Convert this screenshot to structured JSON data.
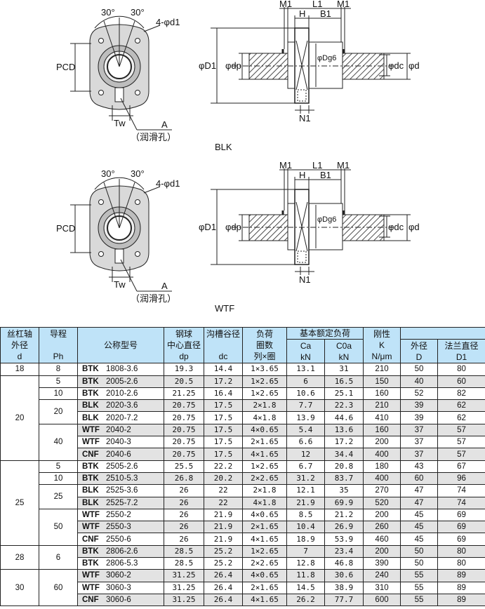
{
  "drawings": {
    "blk": {
      "title": "BLK",
      "angle_left": "30°",
      "angle_right": "30°",
      "holes": "4-φd1",
      "pcd": "PCD",
      "tw": "Tw",
      "a": "A",
      "lube_hole": "（润滑孔）",
      "m1_left": "M1",
      "l1": "L1",
      "m1_right": "M1",
      "h": "H",
      "b1": "B1",
      "d1": "φD1",
      "dp": "φdp",
      "dg6": "φDg6",
      "dc": "φdc",
      "d": "φd",
      "n1": "N1"
    },
    "wtf": {
      "title": "WTF",
      "angle_left": "30°",
      "angle_right": "30°",
      "holes": "4-φd1",
      "pcd": "PCD",
      "tw": "Tw",
      "a": "A",
      "lube_hole": "（润滑孔）",
      "m1_left": "M1",
      "l1": "L1",
      "m1_right": "M1",
      "h": "H",
      "b1": "B1",
      "d1": "φD1",
      "dp": "φdp",
      "dg6": "φDg6",
      "dc": "φdc",
      "d": "φd",
      "n1": "N1"
    }
  },
  "table": {
    "headers": {
      "shaft_od": [
        "丝杠轴",
        "外径",
        "d"
      ],
      "lead": [
        "导程",
        "Ph"
      ],
      "model": "公称型号",
      "pcd": [
        "钢球",
        "中心直径",
        "dp"
      ],
      "root": [
        "沟槽谷径",
        "dc"
      ],
      "circuits": [
        "负荷",
        "圈数",
        "列×圈"
      ],
      "load_rating": "基本额定负荷",
      "ca": [
        "Ca",
        "kN"
      ],
      "c0a": [
        "C0a",
        "kN"
      ],
      "rigidity": [
        "刚性",
        "K",
        "N/μm"
      ],
      "nut_od": [
        "外径",
        "D"
      ],
      "flange": [
        "法兰直径",
        "D1"
      ]
    },
    "groups": [
      {
        "d": "18",
        "leads": [
          {
            "ph": "8",
            "rows": [
              [
                "BTK",
                "1808-3.6",
                "19.3",
                "14.4",
                "1×3.65",
                "13.1",
                "31",
                "210",
                "50",
                "80"
              ]
            ]
          }
        ]
      },
      {
        "d": "20",
        "leads": [
          {
            "ph": "5",
            "rows": [
              [
                "BTK",
                "2005-2.6",
                "20.5",
                "17.2",
                "1×2.65",
                "6",
                "16.5",
                "150",
                "40",
                "60"
              ]
            ]
          },
          {
            "ph": "10",
            "rows": [
              [
                "BTK",
                "2010-2.6",
                "21.25",
                "16.4",
                "1×2.65",
                "10.6",
                "25.1",
                "160",
                "52",
                "82"
              ]
            ]
          },
          {
            "ph": "20",
            "rows": [
              [
                "BLK",
                "2020-3.6",
                "20.75",
                "17.5",
                "2×1.8",
                "7.7",
                "22.3",
                "210",
                "39",
                "62"
              ],
              [
                "BLK",
                "2020-7.2",
                "20.75",
                "17.5",
                "4×1.8",
                "13.9",
                "44.6",
                "410",
                "39",
                "62"
              ]
            ]
          },
          {
            "ph": "40",
            "rows": [
              [
                "WTF",
                "2040-2",
                "20.75",
                "17.5",
                "4×0.65",
                "5.4",
                "13.6",
                "160",
                "37",
                "57"
              ],
              [
                "WTF",
                "2040-3",
                "20.75",
                "17.5",
                "2×1.65",
                "6.6",
                "17.2",
                "200",
                "37",
                "57"
              ],
              [
                "CNF",
                "2040-6",
                "20.75",
                "17.5",
                "4×1.65",
                "12",
                "34.4",
                "400",
                "37",
                "57"
              ]
            ]
          }
        ]
      },
      {
        "d": "25",
        "leads": [
          {
            "ph": "5",
            "rows": [
              [
                "BTK",
                "2505-2.6",
                "25.5",
                "22.2",
                "1×2.65",
                "6.7",
                "20.8",
                "180",
                "43",
                "67"
              ]
            ]
          },
          {
            "ph": "10",
            "rows": [
              [
                "BTK",
                "2510-5.3",
                "26.8",
                "20.2",
                "2×2.65",
                "31.2",
                "83.7",
                "400",
                "60",
                "96"
              ]
            ]
          },
          {
            "ph": "25",
            "rows": [
              [
                "BLK",
                "2525-3.6",
                "26",
                "22",
                "2×1.8",
                "12.1",
                "35",
                "270",
                "47",
                "74"
              ],
              [
                "BLK",
                "2525-7.2",
                "26",
                "22",
                "4×1.8",
                "21.9",
                "69.9",
                "520",
                "47",
                "74"
              ]
            ]
          },
          {
            "ph": "50",
            "rows": [
              [
                "WTF",
                "2550-2",
                "26",
                "21.9",
                "4×0.65",
                "8.5",
                "21.2",
                "200",
                "45",
                "69"
              ],
              [
                "WTF",
                "2550-3",
                "26",
                "21.9",
                "2×1.65",
                "10.4",
                "26.9",
                "260",
                "45",
                "69"
              ],
              [
                "CNF",
                "2550-6",
                "26",
                "21.9",
                "4×1.65",
                "18.9",
                "53.9",
                "460",
                "45",
                "69"
              ]
            ]
          }
        ]
      },
      {
        "d": "28",
        "leads": [
          {
            "ph": "6",
            "rows": [
              [
                "BTK",
                "2806-2.6",
                "28.5",
                "25.2",
                "1×2.65",
                "7",
                "23.4",
                "200",
                "50",
                "80"
              ],
              [
                "BTK",
                "2806-5.3",
                "28.5",
                "25.2",
                "2×2.65",
                "12.8",
                "46.8",
                "390",
                "50",
                "80"
              ]
            ]
          }
        ]
      },
      {
        "d": "30",
        "leads": [
          {
            "ph": "60",
            "rows": [
              [
                "WTF",
                "3060-2",
                "31.25",
                "26.4",
                "4×0.65",
                "11.8",
                "30.6",
                "240",
                "55",
                "89"
              ],
              [
                "WTF",
                "3060-3",
                "31.25",
                "26.4",
                "2×1.65",
                "14.5",
                "38.9",
                "310",
                "55",
                "89"
              ],
              [
                "CNF",
                "3060-6",
                "31.25",
                "26.4",
                "4×1.65",
                "26.2",
                "77.7",
                "600",
                "55",
                "89"
              ]
            ]
          }
        ]
      }
    ]
  }
}
